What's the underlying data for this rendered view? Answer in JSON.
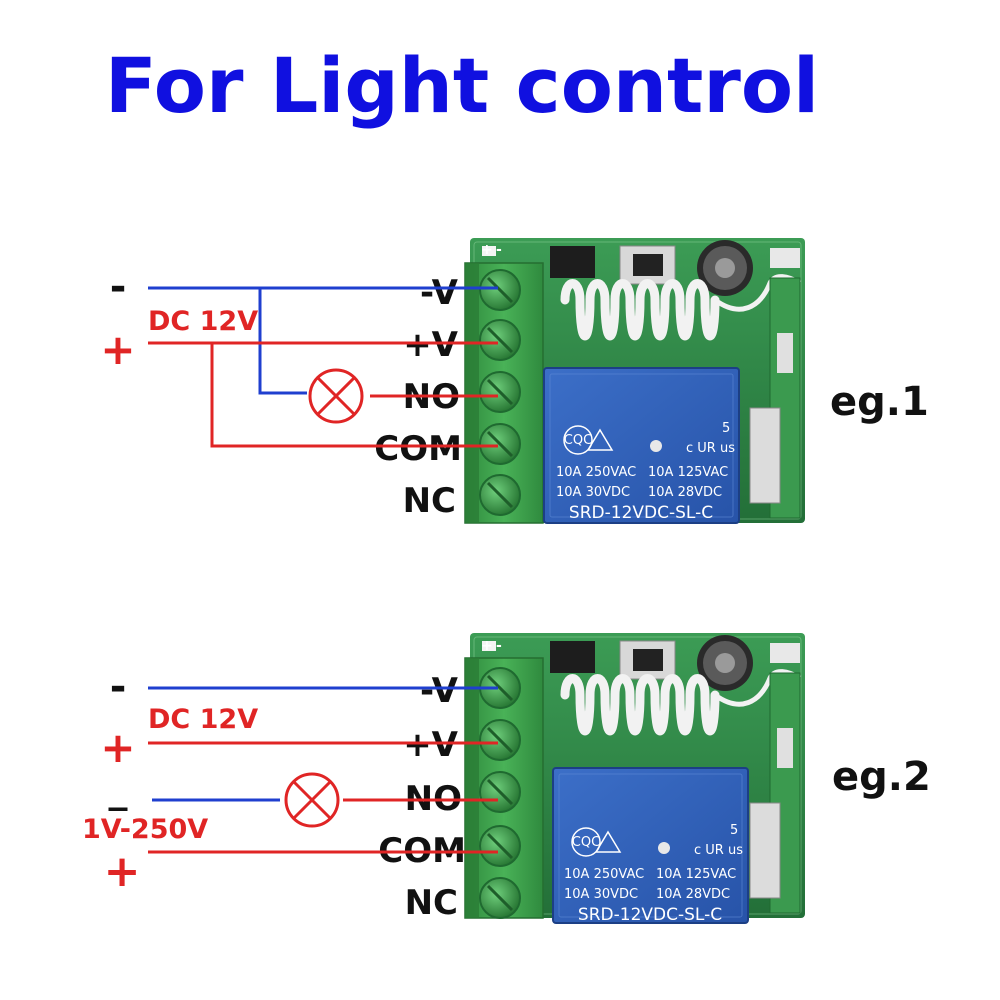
{
  "title": "For Light control",
  "colors": {
    "title": "#1010e0",
    "neg_wire": "#1f3fcf",
    "pos_wire": "#e02525",
    "lamp": "#e02525",
    "terminal_green": "#3ea64b",
    "pcb_green": "#2d8a45",
    "relay_blue": "#2f5fb8",
    "label": "#111111"
  },
  "terminal_labels": [
    "-V",
    "+V",
    "NO",
    "COM",
    "NC"
  ],
  "relay": {
    "ratings_line1_left": "10A 250VAC",
    "ratings_line1_right": "10A 125VAC",
    "ratings_line2_left": "10A 30VDC",
    "ratings_line2_right": "10A 28VDC",
    "model": "SRD-12VDC-SL-C",
    "cert_mark": "CQC",
    "ul_mark": "c UR us",
    "number": "5"
  },
  "pcb_marks": {
    "plus": "+",
    "minus": "-"
  },
  "examples": [
    {
      "label": "eg.1",
      "supply_minus": "-",
      "supply_plus": "+",
      "supply_label": "DC 12V",
      "lamp_icon": "lamp-icon"
    },
    {
      "label": "eg.2",
      "supply_minus": "-",
      "supply_plus": "+",
      "supply_label": "DC 12V",
      "load_minus": "_",
      "load_plus": "+",
      "load_label": "1V-250V",
      "lamp_icon": "lamp-icon"
    }
  ]
}
